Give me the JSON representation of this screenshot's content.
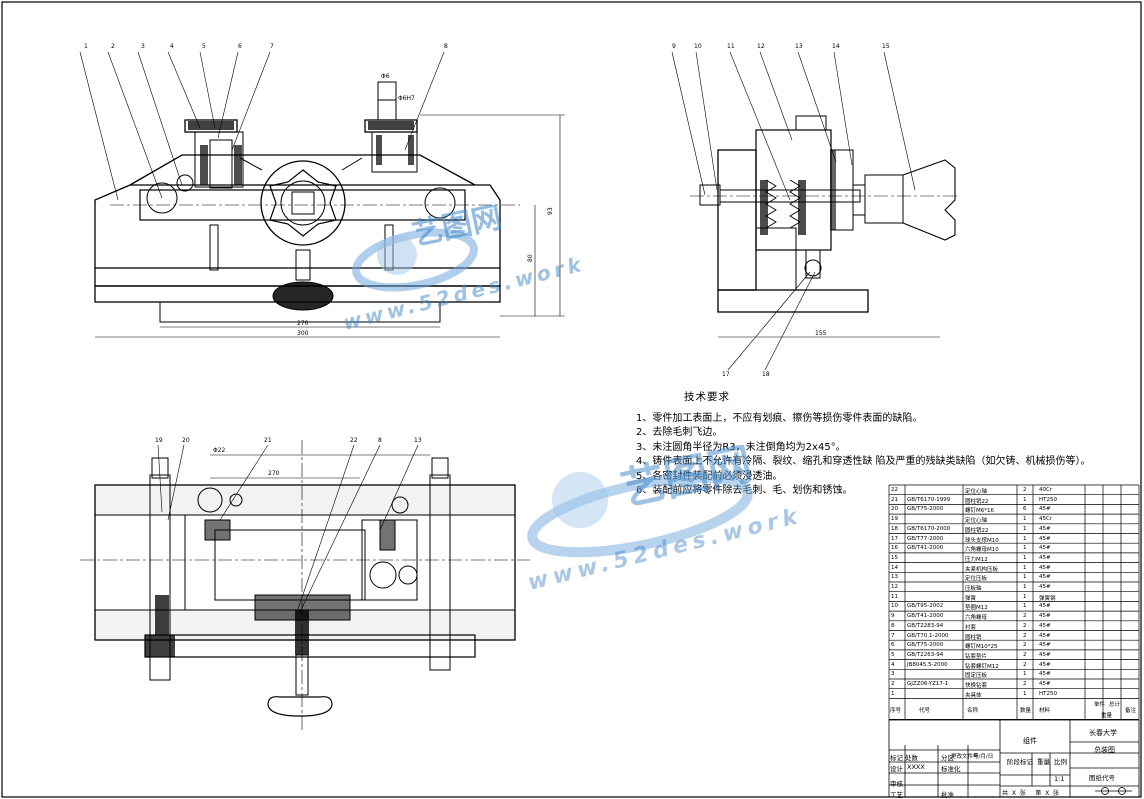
{
  "notes": {
    "title": "技术要求",
    "lines": [
      "1、零件加工表面上，不应有划痕、擦伤等损伤零件表面的缺陷。",
      "2、去除毛刺飞边。",
      "3、未注圆角半径为R3，未注倒角均为2x45°。",
      "4、铸件表面上不允许有冷隔、裂纹、缩孔和穿透性缺  陷及严重的残缺类缺陷（如欠铸、机械损伤等）。",
      "5、各密封件装配前必须浸透油。",
      "6、装配前应将零件除去毛刺、毛、划伤和锈蚀。"
    ]
  },
  "watermark": {
    "brand": "艺图网",
    "url": "www.52des.work"
  },
  "front_view": {
    "balloons": [
      "1",
      "2",
      "3",
      "4",
      "5",
      "6",
      "7",
      "8"
    ],
    "dims": {
      "overall": "300",
      "inner": "270",
      "height_a": "93",
      "height_b": "80",
      "hole": "Φ6",
      "phi": "Φ6H7"
    }
  },
  "side_view": {
    "balloons": [
      "9",
      "10",
      "11",
      "12",
      "13",
      "14",
      "15"
    ],
    "lower_balloons": [
      "17",
      "18"
    ],
    "dims": {
      "overall": "155"
    }
  },
  "top_view": {
    "balloons": [
      "19",
      "20",
      "21",
      "22",
      "8",
      "13"
    ],
    "dims": {
      "d1": "Φ22",
      "d2": "270"
    }
  },
  "bom": {
    "header": {
      "no": "序号",
      "code": "代号",
      "name": "名称",
      "qty": "数量",
      "material": "材料",
      "unit_wt": "单件",
      "total_wt": "总计",
      "wt": "重量",
      "remark": "备注"
    },
    "rows": [
      {
        "no": "22",
        "code": "",
        "name": "定位心轴",
        "qty": "2",
        "mat": "40Cr"
      },
      {
        "no": "21",
        "code": "GB/T6170-1999",
        "name": "圆柱销22",
        "qty": "1",
        "mat": "HT250"
      },
      {
        "no": "20",
        "code": "GB/T75-2000",
        "name": "螺钉M6*16",
        "qty": "6",
        "mat": "45#"
      },
      {
        "no": "19",
        "code": "",
        "name": "定位心轴",
        "qty": "1",
        "mat": "45Cr"
      },
      {
        "no": "18",
        "code": "GB/T6170-2000",
        "name": "圆柱销22",
        "qty": "1",
        "mat": "45#"
      },
      {
        "no": "17",
        "code": "GB/T77-2000",
        "name": "球头支撑M10",
        "qty": "1",
        "mat": "45#"
      },
      {
        "no": "16",
        "code": "GB/T41-2000",
        "name": "六角螺母M10",
        "qty": "1",
        "mat": "45#"
      },
      {
        "no": "15",
        "code": "",
        "name": "压力M12",
        "qty": "1",
        "mat": "45#"
      },
      {
        "no": "14",
        "code": "",
        "name": "夹紧机构压板",
        "qty": "1",
        "mat": "45#"
      },
      {
        "no": "13",
        "code": "",
        "name": "定位压板",
        "qty": "1",
        "mat": "45#"
      },
      {
        "no": "12",
        "code": "",
        "name": "压板轴",
        "qty": "1",
        "mat": "45#"
      },
      {
        "no": "11",
        "code": "",
        "name": "弹簧",
        "qty": "1",
        "mat": "弹簧钢"
      },
      {
        "no": "10",
        "code": "GB/T95-2002",
        "name": "垫圈M12",
        "qty": "1",
        "mat": "45#"
      },
      {
        "no": "9",
        "code": "GB/T41-2000",
        "name": "六角螺母",
        "qty": "2",
        "mat": "45#"
      },
      {
        "no": "8",
        "code": "GB/T2283-94",
        "name": "衬套",
        "qty": "2",
        "mat": "45#"
      },
      {
        "no": "7",
        "code": "GB/T70.1-2000",
        "name": "圆柱销",
        "qty": "2",
        "mat": "45#"
      },
      {
        "no": "6",
        "code": "GB/T75-2000",
        "name": "螺钉M10*25",
        "qty": "2",
        "mat": "45#"
      },
      {
        "no": "5",
        "code": "GB/T2263-94",
        "name": "钻套垫片",
        "qty": "2",
        "mat": "45#"
      },
      {
        "no": "4",
        "code": "JB8045.5-2000",
        "name": "钻套螺钉M12",
        "qty": "2",
        "mat": "45#"
      },
      {
        "no": "3",
        "code": "",
        "name": "固定压板",
        "qty": "1",
        "mat": "45#"
      },
      {
        "no": "2",
        "code": "GJZZ06-YZ17-1",
        "name": "快换钻套",
        "qty": "2",
        "mat": "45#"
      },
      {
        "no": "1",
        "code": "",
        "name": "夹具体",
        "qty": "1",
        "mat": "HT250"
      }
    ]
  },
  "title_block": {
    "assembly": "组件",
    "school": "长春大学",
    "drawing_name": "总装图",
    "scale_label": "比例",
    "weight_label": "重量",
    "stage_label": "阶段标记",
    "scale": "1:1",
    "drawing_no_label": "图纸代号",
    "sheet_text": "共  X  张     第  X  张",
    "marks": "标记",
    "count": "处数",
    "zone": "分区",
    "change": "更改文件号",
    "signature": "签名",
    "date": "年/月/日",
    "designer": "设计",
    "designer_name": "XXXX",
    "standard": "标准化",
    "review": "审核",
    "process": "工艺",
    "approve": "批准"
  }
}
